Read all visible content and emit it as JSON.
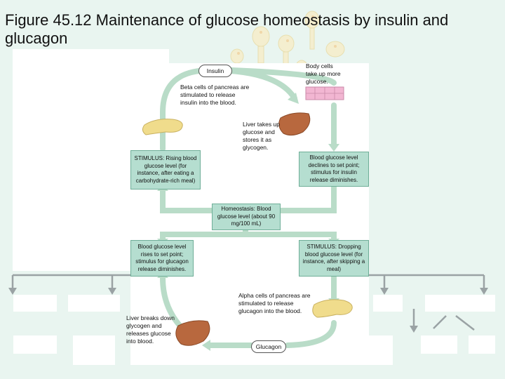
{
  "title": "Figure 45.12 Maintenance of glucose homeostasis by insulin and glucagon",
  "labels": {
    "insulin": "Insulin",
    "beta_cells": "Beta cells of pancreas are stimulated to release insulin into the blood.",
    "body_cells": "Body cells take up more glucose.",
    "liver_takes": "Liver takes up glucose and stores it as glycogen.",
    "stimulus_rising": "STIMULUS: Rising blood glucose level (for instance, after eating a carbohydrate-rich meal)",
    "declines": "Blood glucose level declines to set point; stimulus for insulin release diminishes.",
    "homeostasis": "Homeostasis: Blood glucose level (about 90 mg/100 mL)",
    "rises": "Blood glucose level rises to set point; stimulus for glucagon release diminishes.",
    "stimulus_dropping": "STIMULUS: Dropping blood glucose level (for instance, after skipping a meal)",
    "alpha_cells": "Alpha cells of pancreas are stimulated to release glucagon into the blood.",
    "liver_breaks": "Liver breaks down glycogen and releases glucose into blood.",
    "glucagon": "Glucagon"
  },
  "colors": {
    "slide_bg": "#e9f5f0",
    "box_fill": "#b5ded0",
    "arrow": "#b9dcc8",
    "pancreas": "#f0dc8c",
    "liver": "#b8683e",
    "body_cells": "#f2b6d2"
  }
}
